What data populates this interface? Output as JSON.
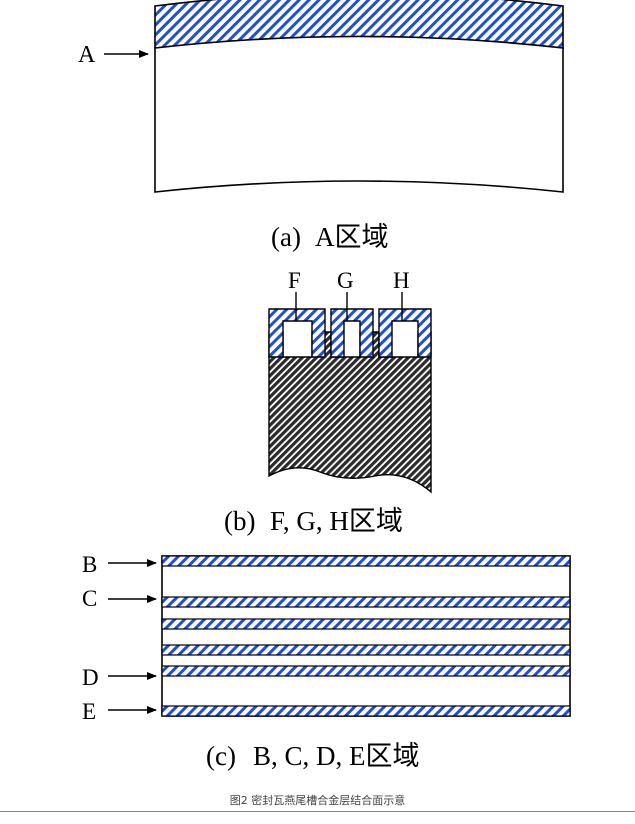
{
  "panel_a": {
    "label_a": "A",
    "caption_paren": "(a)",
    "caption_region": "A区域"
  },
  "panel_b": {
    "label_f": "F",
    "label_g": "G",
    "label_h": "H",
    "caption_paren": "(b)",
    "caption_region": "F, G, H区域"
  },
  "panel_c": {
    "label_b": "B",
    "label_c": "C",
    "label_d": "D",
    "label_e": "E",
    "caption_paren": "(c)",
    "caption_region": "B, C, D, E区域"
  },
  "figure_caption": "图2 密封瓦燕尾槽合金层结合面示意",
  "colors": {
    "alloy_blue": "#1f4fd8",
    "substrate_dark": "#2b2b2b",
    "outline": "#000000"
  }
}
